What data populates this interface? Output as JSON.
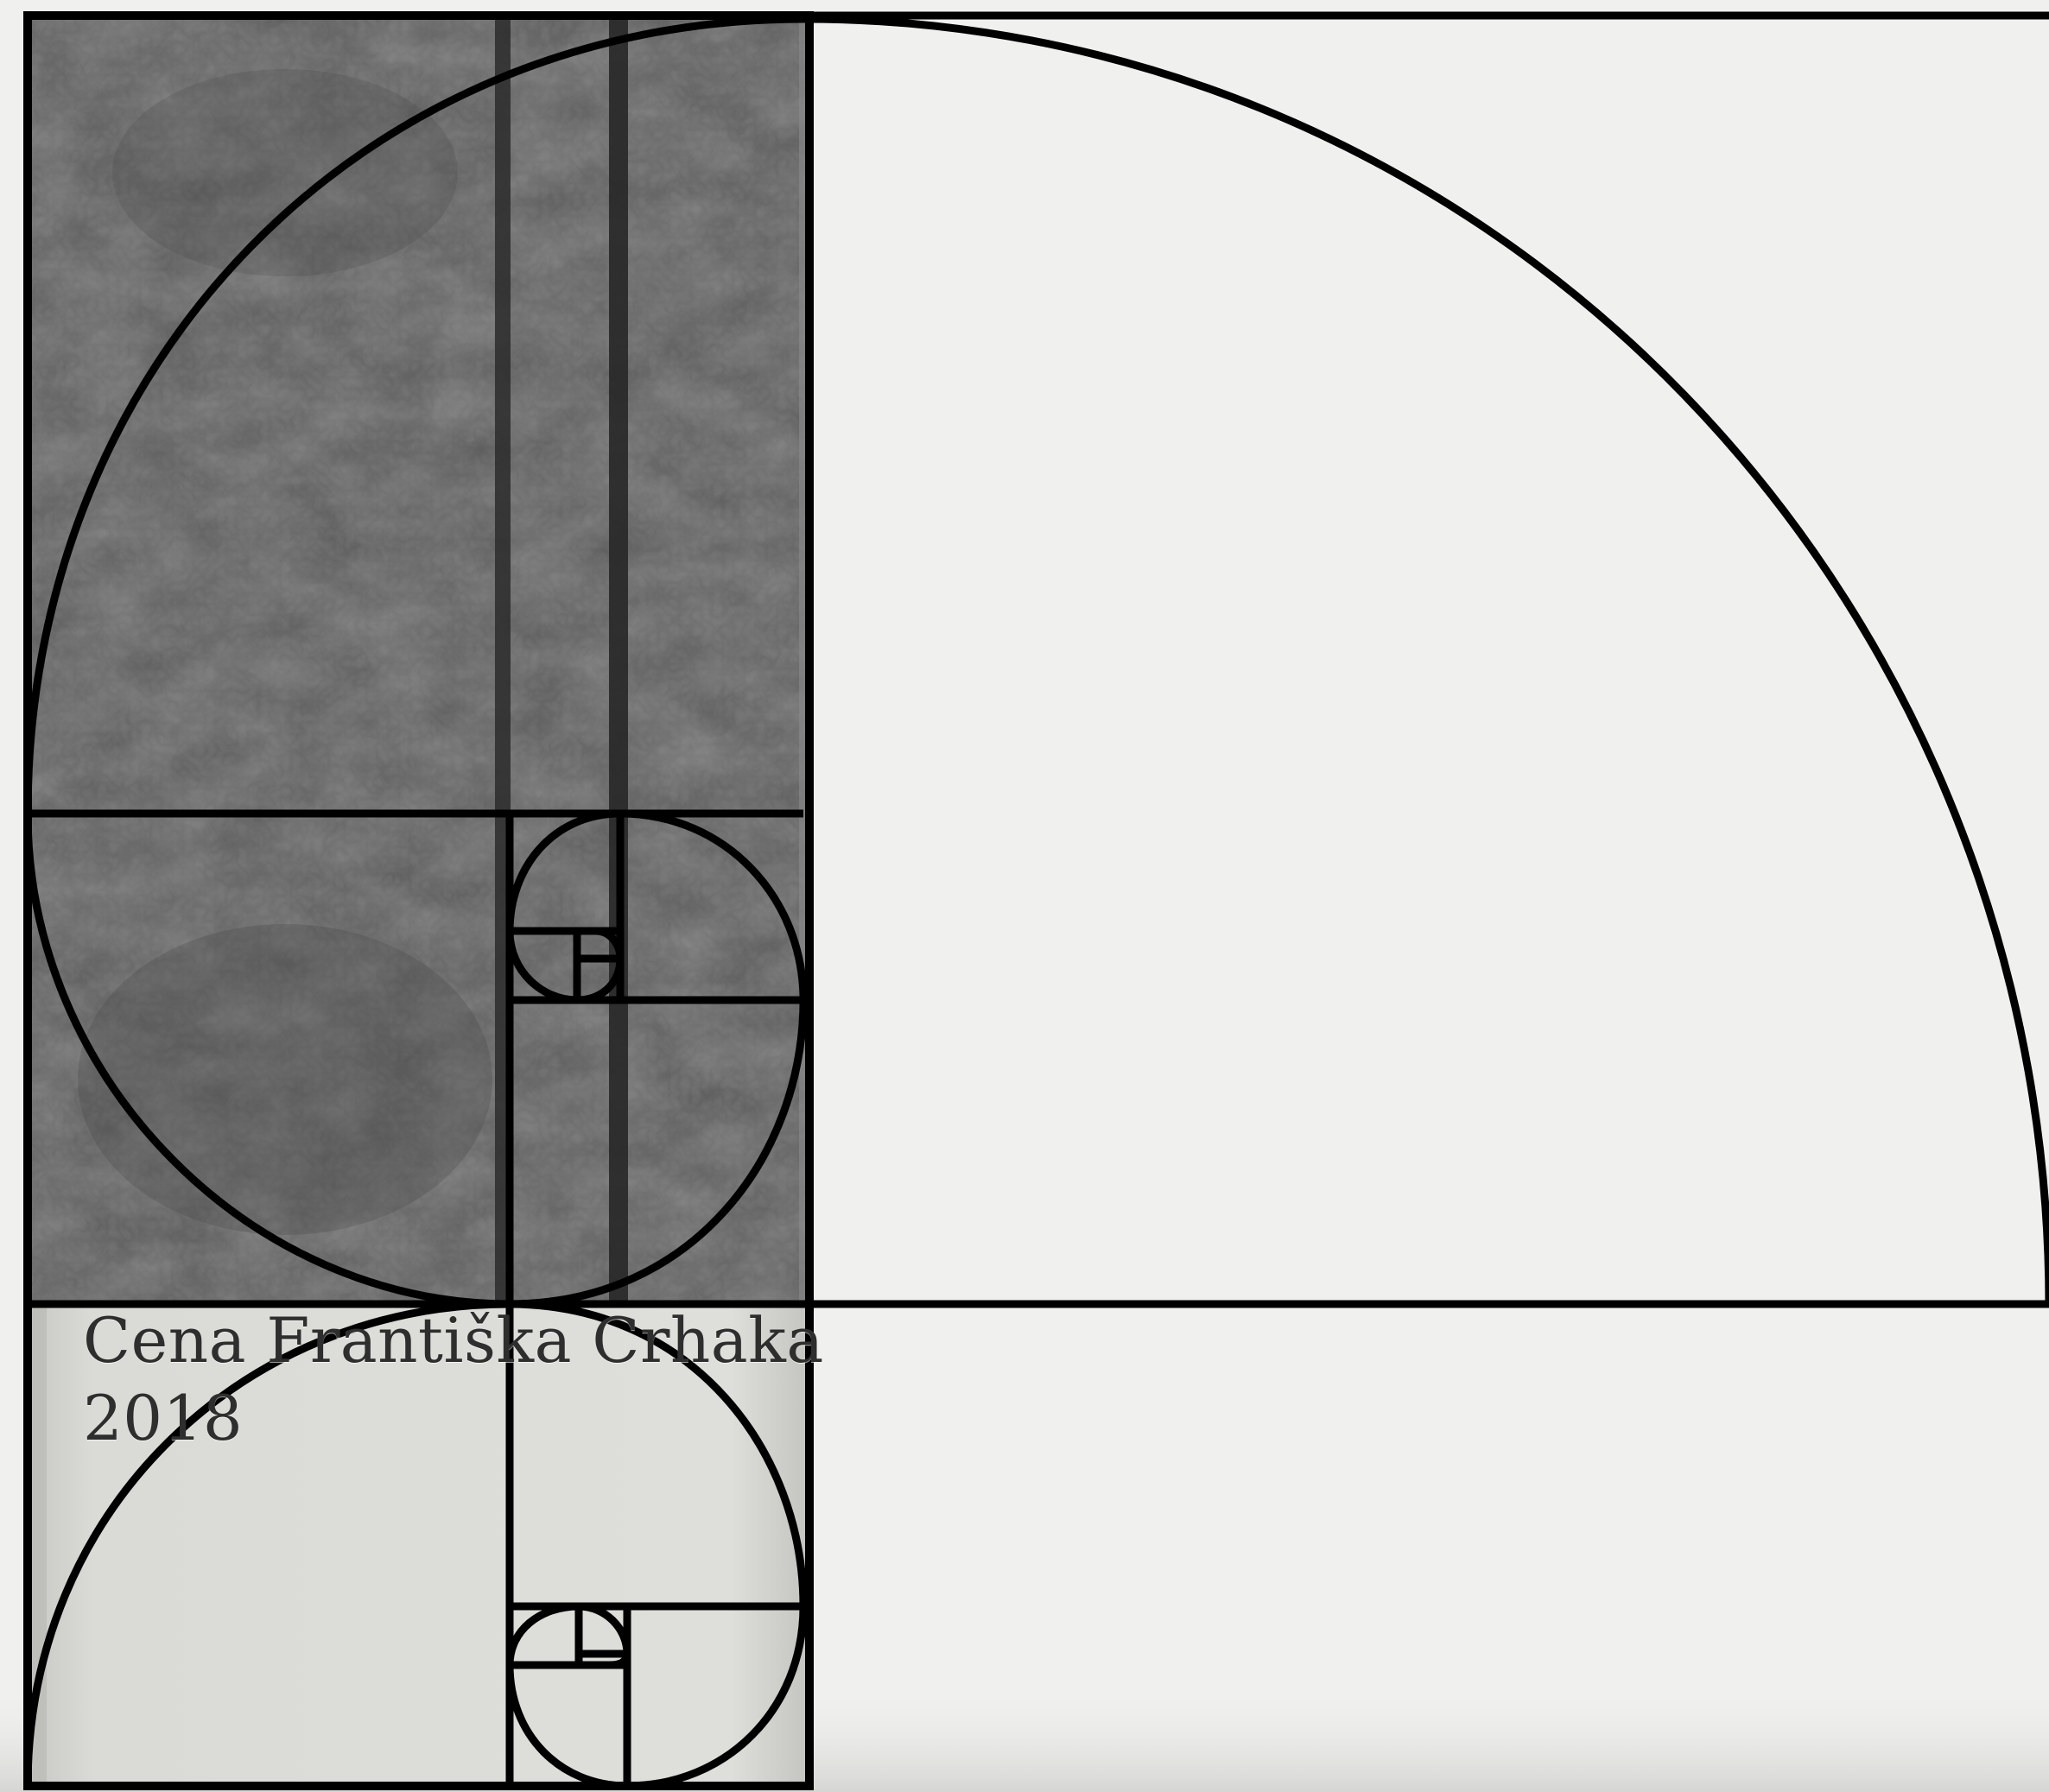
{
  "photo": {
    "caption_title": "Cena Františka Crhaka",
    "caption_year": "2018"
  },
  "overlay": {
    "name": "golden-ratio-spiral-overlay",
    "line_color": "#000000"
  },
  "colors": {
    "background": "#f0f0ee",
    "concrete": "#5a5a5a",
    "concrete_dark": "#3e3e3e",
    "plate": "#dcdcd8"
  }
}
